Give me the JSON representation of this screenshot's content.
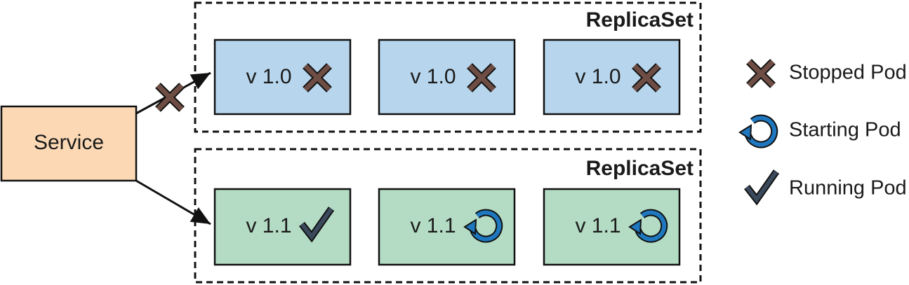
{
  "service": {
    "label": "Service"
  },
  "replicasets": [
    {
      "label": "ReplicaSet",
      "pods": [
        {
          "version": "v 1.0",
          "status": "stopped"
        },
        {
          "version": "v 1.0",
          "status": "stopped"
        },
        {
          "version": "v 1.0",
          "status": "stopped"
        }
      ]
    },
    {
      "label": "ReplicaSet",
      "pods": [
        {
          "version": "v 1.1",
          "status": "running"
        },
        {
          "version": "v 1.1",
          "status": "starting"
        },
        {
          "version": "v 1.1",
          "status": "starting"
        }
      ]
    }
  ],
  "legend": [
    {
      "icon": "stopped-pod-icon",
      "label": "Stopped Pod"
    },
    {
      "icon": "starting-pod-icon",
      "label": "Starting Pod"
    },
    {
      "icon": "running-pod-icon",
      "label": "Running Pod"
    }
  ],
  "colors": {
    "service_fill": "#fcd9b4",
    "old_pod_fill": "#b7d6ed",
    "new_pod_fill": "#b4dcc4",
    "stopped_icon": "#6e4d44",
    "starting_icon": "#1f78bf",
    "running_icon": "#3a4a5c"
  }
}
